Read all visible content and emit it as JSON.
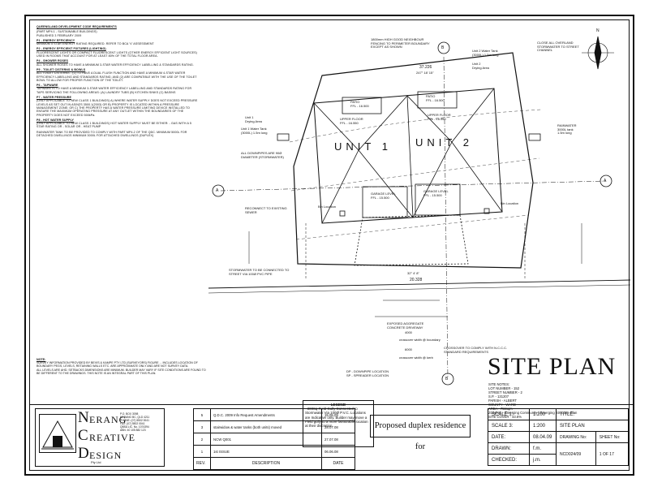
{
  "notes": {
    "heading": "QUEENSLAND DEVELOPMENT CODE REQUIREMENTS",
    "sub": "(PART MP4.1 - SUSTAINABLE BUILDINGS)",
    "published": "PUBLISHED 3 FEBRUARY 2009",
    "p1_h": "P1 - ENERGY EFFICIENCY",
    "p1": "MINIMUM 5 STAR ENERGY RATING REQUIRED. REFER TO BCA 'V' ASSESSMENT",
    "p2_h": "P2 - ENERGY EFFICIENT FIXTURES (LIGHTING)",
    "p2": "FLUORESCENT LIGHTS OR COMPACT FLUORESCENT LIGHTS (OTHER ENERGY EFFICIENT LIGHT SOURCES) USED IN ROOMS THAT ACCOUNT FOR AT LEAST 80% OF THE TOTAL FLOOR AREA.",
    "p4_h": "P4 - SHOWER ROSES",
    "p4": "ALL SHOWER ROSES TO HAVE A MINIMUM 3-STAR WATER EFFICIENCY LABELLING & STANDARDS RATING.",
    "p5_h": "P5 - TOILET CISTERNS & BOWLS",
    "p5": "ALL TOILET CISTERNS - (1) TO HAVE A DUAL FLUSH FUNCTION AND HAVE A MINIMUM 4-STAR WATER EFFICIENCY LABELLING AND STANDARDS RATING; AND (2) ARE COMPATIBLE WITH THE USE OF THE TOILET BOWL TO ALLOW FOR PROPER FUNCTION OF THE TOILET.",
    "p6_h": "P6 - TAPWARE",
    "p6": "TAPWARE IS TO HAVE A MINIMUM 3-STAR WATER EFFICIENCY LABELLING AND STANDARDS RATING FOR TAPS SERVICING THE FOLLOWING AREAS: (A) LAUNDRY TUBS (B) KITCHEN SINKS (C) BASINS",
    "p7_h": "P7 - WATER PRESSURE",
    "p7": "(ONLY APPLICABLE TO NEW CLASS 1 BUILDINGS) A) WHERE WATER SUPPLY DOES NOT EXCEED PRESSURE LEVELS AS SET OUT IN AS/NZS 3500.1(2003) OR B) PROPERTY IS LOCATED WITHIN A PRESSURE MANAGEMENT ZONE; OR C) THE PROPERTY HAS A WATER PRESSURE LIMITING DEVICE INSTALLED TO ENSURE THE MAXIMUM OPERATING PRESSURE AT ANY OUTLET WITHIN THE BOUNDARIES OF THE PROPERTY DOES NOT EXCEED 500kPa.",
    "p8_h": "P8 - HOT WATER SUPPLY",
    "p8": "(ONLY APPLICABLE TO NEW CLASS 1 BUILDINGS) HOT WATER SUPPLY MUST BE EITHER: - GAS WITH A 5 STAR RATING OR - SOLAR OR - HEAT PUMP",
    "p9": "RAINWATER TANK TO BE PROVIDED TO COMPLY WITH PART MP4.2 OF THE QDC. MINIMUM 5000L FOR DETACHED DWELLINGS MINIMUM 3000L FOR ATTACHED DWELLINGS (DUPLEX)"
  },
  "bottom_notes": {
    "h": "NOTE:",
    "text": "SURVEY INFORMATION PROVIDED BY BEVIS & KAMPE PTY LTD (SURVEYORS) FIGURE ... INCLUDES LOCATION OF BOUNDARY PEGS, LEVELS, RETAINING WALLS ETC. ARE APPROXIMATE ONLY AND ARE NOT SURVEY DATA.",
    "text2": "ALL LEVELS ARE AHD. SETBACKS DIMENSIONS ARE MINIMUM. BUILDER MAY VARY IF SITE CONDITIONS ARE FOUND TO BE DIFFERENT TO THE DRAWINGS. THIS NOTE IS AN INTEGRAL PART OF THIS PLAN."
  },
  "plan": {
    "unit1": "UNIT 1",
    "unit2": "UNIT 2",
    "dim_top": "37.226",
    "bearing_top": "247° 18' 15\"",
    "upper_floor_1": "UPPER FLOOR\nFFL - 16.550",
    "upper_floor_2": "UPPER FLOOR\nFFL - 16.550",
    "garage_1": "GARAGE LEVEL\nFFL - 15.500",
    "garage_2": "GARAGE LEVEL\nFFL - 15.500",
    "patio_1": "PATIO\nFFL - 16.500",
    "patio_2": "PATIO\nFFL - 16.500",
    "fence_note": "1800mm HIGH GOOD NEIGHBOUR FENCING TO PERIMETER BOUNDARY EXCEPT AS SHOWN",
    "tank_1": "Unit 1 Water Tank\n(3000L) 1.5m long",
    "tank_2": "Unit 2 Water Tank\n(3000L) 1.5m long",
    "clothesline": "Unit 2\nDrying Area",
    "drying_1": "Unit 1\nDrying Area",
    "stormwater": "CLOSE ALL OVERLAND STORMWATER TO STREET CHANNEL",
    "downpipes": "ALL DOWNPIPES ARE 90Ø DIAMETER (STORMWATER)",
    "rainwater_tank": "RAINWATER\n3000L tank\n1.5m long",
    "kerb": "RECONNECT TO EXISTING SEWER",
    "crossover": "CROSSOVER TO COMPLY WITH N.C.C.C. STANDARD REQUIREMENTS",
    "crossover_width_1": "4000",
    "crossover_width_2": "6000",
    "crossover_1": "crossover width @ boundary",
    "crossover_2": "crossover width @ kerb",
    "bearing_bottom": "32° 4' 8\"",
    "dim_bottom": "20.328",
    "stormwater_connect": "STORMWATER TO BE CONNECTED TO STREET VIA 100Ø PVC PIPE",
    "exposed_aggregate": "EXPOSED AGGREGATE CONCRETE DRIVEWAY",
    "dp_note": "DP - DOWNPIPE LOCATION\nSP - SPREADER LOCATION",
    "bin_1": "Bin Location",
    "bin_2": "Bin Location",
    "section_a": "A",
    "section_b": "B",
    "north": "N"
  },
  "legend": {
    "title": "LEGEND",
    "text": "- 300Sq Field Gully Connected to Stormwater Via 100Ø P.V.C. Locations are Indicative only. Builder may move a Field gully to a more favourable location at their discretion"
  },
  "title": "SITE PLAN",
  "site_data": {
    "lines": "SITE NOTES:\nLOT NUMBER - 152\nSTREET NUMBER - 2\nS.P. - 131207\nPARISH - ALBERT\nCOUNTY - WARD\nAREA - 756sqm\nZONING - Emerging Community / Emerging Structure Plan\nSITE COVER - 43.6%"
  },
  "title_block": {
    "logo": {
      "n": "N",
      "c": "C",
      "d": "D",
      "word1": "ERANG",
      "word2": "REATIVE",
      "word3": "ESIGN",
      "pty": "Pty Ltd",
      "contact": "P.O. BOX 3098\nNERANG BC, QLD 4211\nPHONE: (07) 5502 0041\nFAX: (07) 5502 0041\nQBSA LIC. No. 1074394\nABN: 40 105 882 123"
    },
    "revisions": [
      {
        "rev": "5",
        "desc": "Q.D.C. 2009 Info Request Amendments",
        "date": "15.05.09"
      },
      {
        "rev": "3",
        "desc": "stairwidow & water tanks (both units) moved",
        "date": "28.07.08"
      },
      {
        "rev": "2",
        "desc": "NCW Q001",
        "date": "27.07.08"
      },
      {
        "rev": "1",
        "desc": "1st ISSUE",
        "date": "06.06.08"
      }
    ],
    "rev_h": "REV.",
    "desc_h": "DESCRIPTION",
    "date_h": "DATE",
    "project": "Proposed duplex residence for",
    "scale1_l": "SCALE 1:",
    "scale1_v": "1:200",
    "scale3_l": "SCALE 3:",
    "scale3_v": "1:200",
    "date_l": "DATE:",
    "date_v": "08.04.09",
    "drawn_l": "DRAWN:",
    "drawn_v": "f.m.",
    "checked_l": "CHECKED:",
    "checked_v": "j.m.",
    "title_l": "TITLE:",
    "title_v": "SITE PLAN",
    "drawing_no_l": "DRAWING No:",
    "drawing_no_v": "NCD024/09",
    "sheet_no_l": "SHEET No:",
    "sheet_no_v": "1 OF 17"
  }
}
